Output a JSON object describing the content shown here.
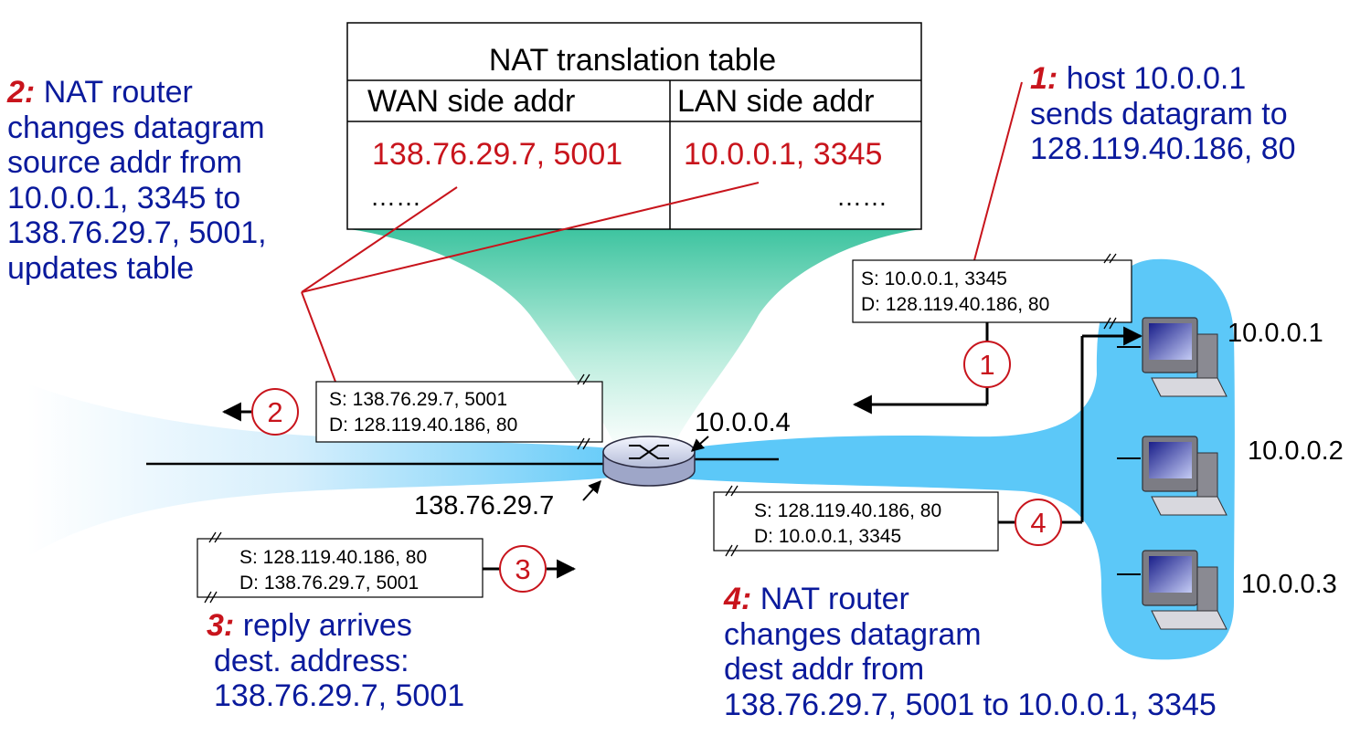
{
  "nat_table": {
    "title": "NAT translation table",
    "col_wan": "WAN side addr",
    "col_lan": "LAN side addr",
    "row1_wan": "138.76.29.7, 5001",
    "row1_lan": "10.0.0.1, 3345",
    "row2_wan": "……",
    "row2_lan": "……"
  },
  "step1": {
    "num": "1:",
    "lines": [
      "host 10.0.0.1",
      "sends datagram to",
      "128.119.40.186, 80"
    ]
  },
  "step2": {
    "num": "2:",
    "lines": [
      "NAT router",
      "changes datagram",
      "source addr from",
      "10.0.0.1, 3345 to",
      "138.76.29.7, 5001,",
      "updates table"
    ]
  },
  "step3": {
    "num": "3:",
    "lines": [
      "reply arrives",
      "dest. address:",
      "138.76.29.7, 5001"
    ]
  },
  "step4": {
    "num": "4:",
    "lines": [
      "NAT router",
      "changes datagram",
      "dest addr from",
      "138.76.29.7, 5001 to 10.0.0.1, 3345"
    ]
  },
  "datagram1": {
    "s": "S: 10.0.0.1, 3345",
    "d": "D: 128.119.40.186, 80"
  },
  "datagram2": {
    "s": "S: 138.76.29.7, 5001",
    "d": "D: 128.119.40.186, 80"
  },
  "datagram3": {
    "s": "S: 128.119.40.186, 80",
    "d": "D: 138.76.29.7, 5001"
  },
  "datagram4": {
    "s": "S: 128.119.40.186, 80",
    "d": "D: 10.0.0.1, 3345"
  },
  "circles": {
    "c1": "1",
    "c2": "2",
    "c3": "3",
    "c4": "4"
  },
  "router": {
    "lan_ip": "10.0.0.4",
    "wan_ip": "138.76.29.7"
  },
  "hosts": {
    "h1": "10.0.0.1",
    "h2": "10.0.0.2",
    "h3": "10.0.0.3"
  },
  "colors": {
    "annotation_text": "#0a1a9c",
    "highlight_red": "#c8141c",
    "lan_blue": "#5cc8f8",
    "funnel_green": "#3ec4a0"
  }
}
